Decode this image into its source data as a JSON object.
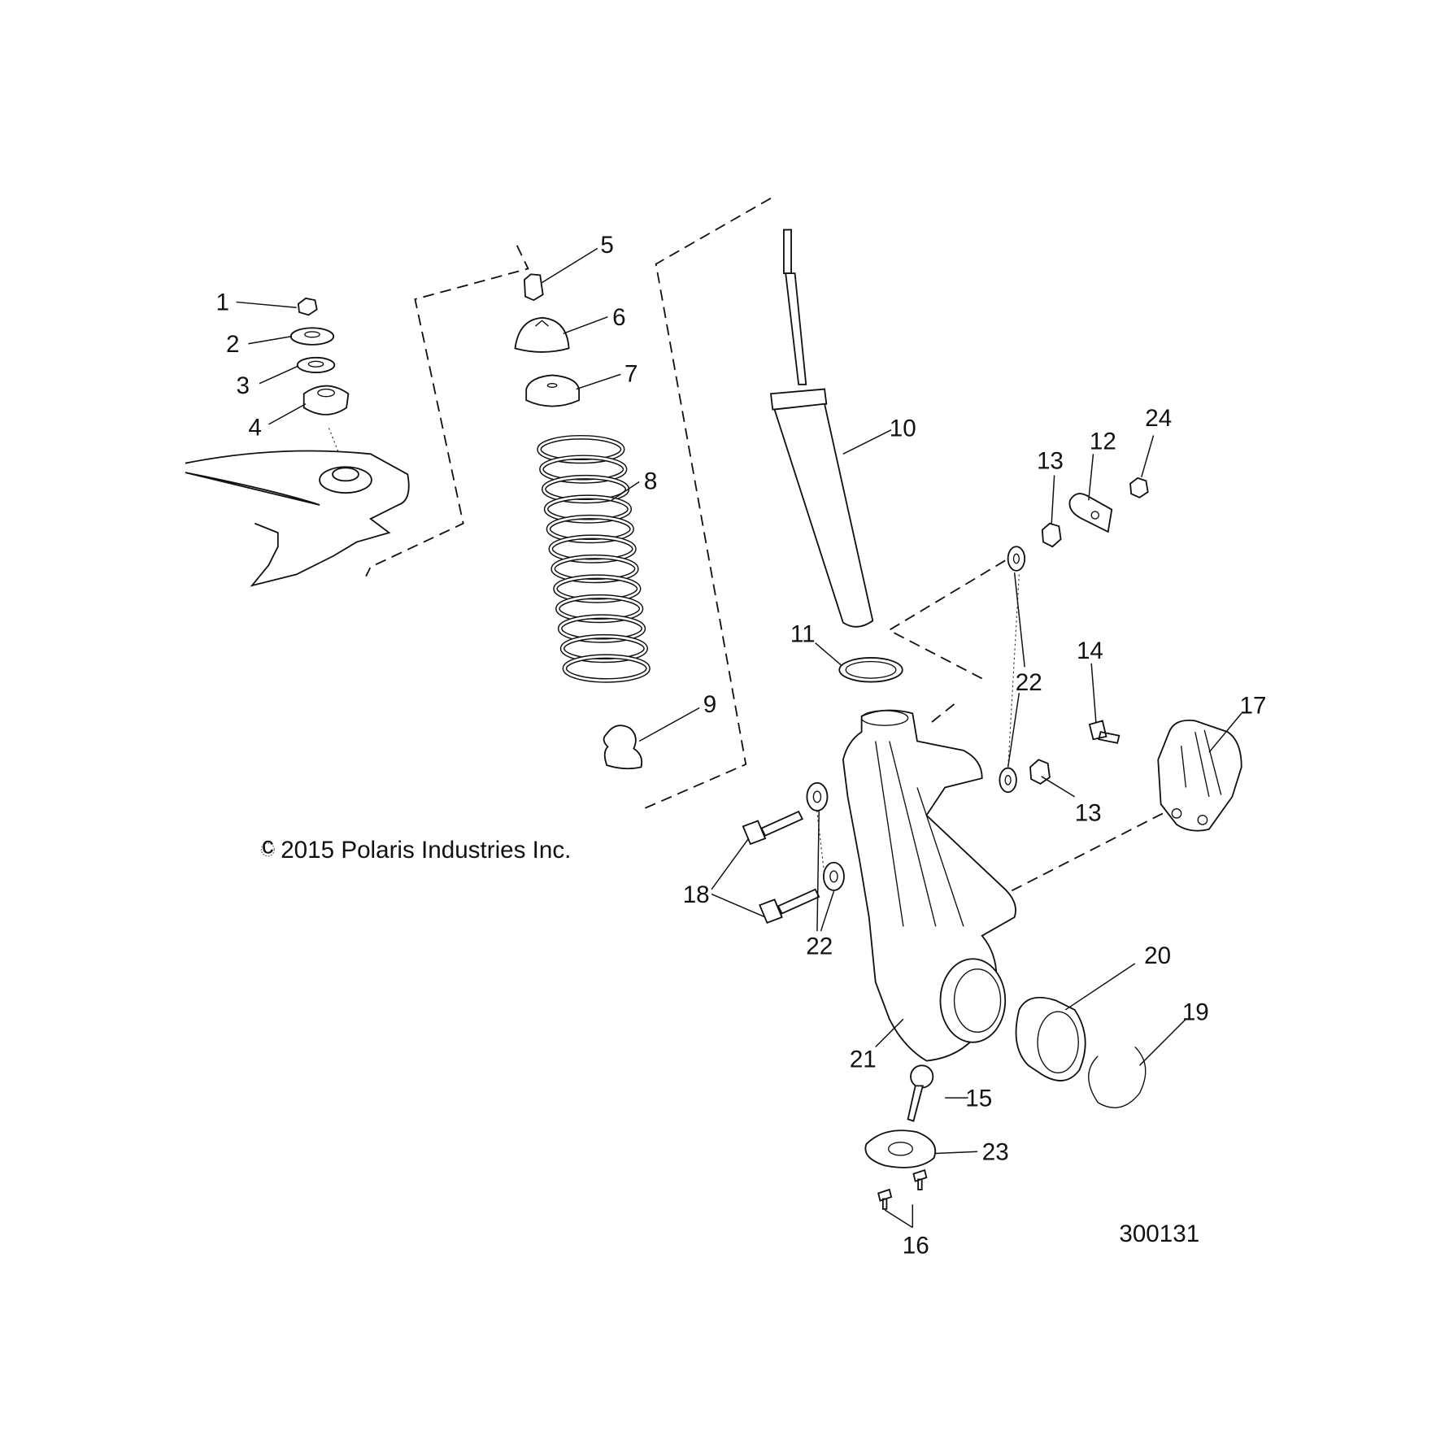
{
  "callouts": [
    "1",
    "2",
    "3",
    "4",
    "5",
    "6",
    "7",
    "8",
    "9",
    "10",
    "11",
    "12",
    "13",
    "24",
    "14",
    "22",
    "17",
    "13",
    "18",
    "22",
    "20",
    "19",
    "21",
    "15",
    "23",
    "16"
  ],
  "copyright": {
    "symbol": "c",
    "text": "2015 Polaris Industries Inc."
  },
  "drawing_number": "300131"
}
